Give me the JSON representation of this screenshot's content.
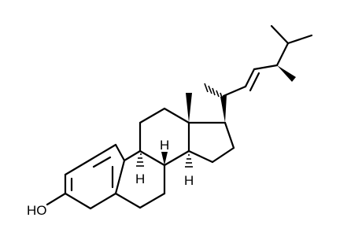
{
  "labels": {
    "hydroxyl": "HO",
    "h_c9": "H",
    "h_c8": "H",
    "h_c14": "H"
  }
}
